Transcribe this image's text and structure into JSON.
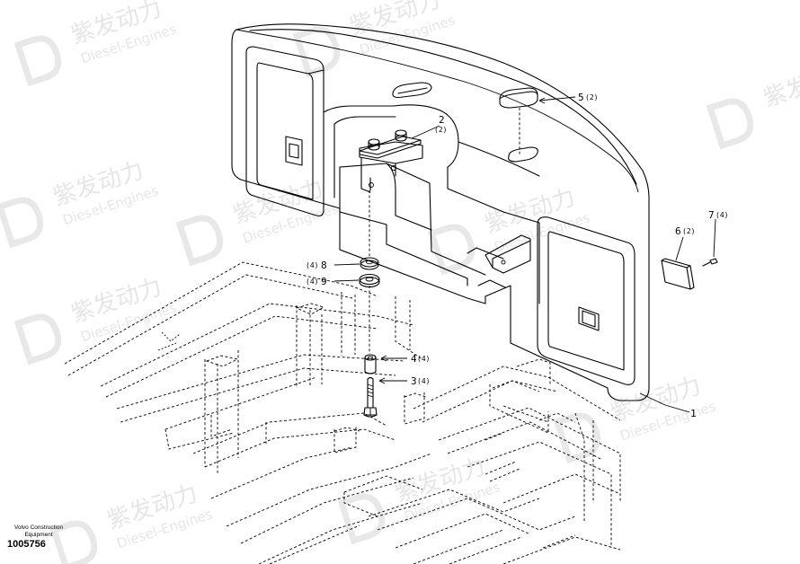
{
  "watermark": {
    "brand": "紫发动力",
    "sub": "Diesel-Engines"
  },
  "callouts": [
    {
      "id": "c1",
      "num": "1",
      "qty": ""
    },
    {
      "id": "c2",
      "num": "2",
      "qty": "(2)"
    },
    {
      "id": "c3",
      "num": "3",
      "qty": "(4)"
    },
    {
      "id": "c4",
      "num": "4",
      "qty": "(4)"
    },
    {
      "id": "c5",
      "num": "5",
      "qty": "(2)"
    },
    {
      "id": "c6",
      "num": "6",
      "qty": "(2)"
    },
    {
      "id": "c7",
      "num": "7",
      "qty": "(4)"
    },
    {
      "id": "c8",
      "num": "8",
      "qty": "(4)"
    },
    {
      "id": "c9",
      "num": "9",
      "qty": "(4)"
    }
  ],
  "caption": {
    "line1": "Volvo Construction",
    "line2": "Equipment"
  },
  "document_number": "1005756"
}
